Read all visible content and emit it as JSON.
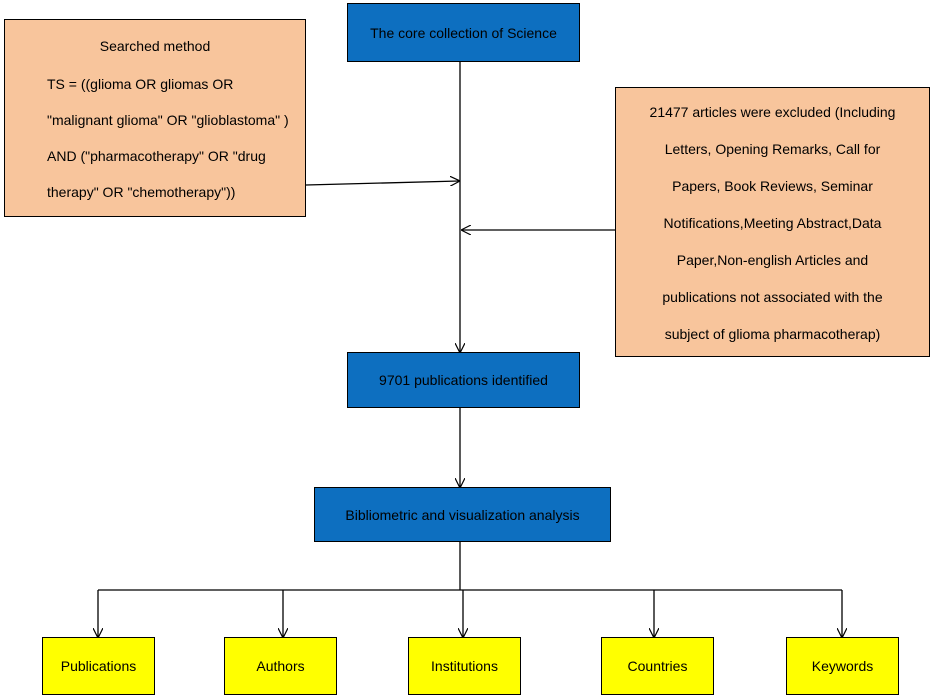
{
  "nodes": {
    "core": "The core collection of Science",
    "search": {
      "lines": [
        "Searched method",
        "TS = ((glioma OR gliomas OR",
        "\"malignant glioma\" OR \"glioblastoma\" )",
        "AND (\"pharmacotherapy\" OR \"drug",
        "therapy\" OR \"chemotherapy\"))"
      ]
    },
    "excluded": {
      "lines": [
        "21477 articles were excluded (Including",
        "Letters, Opening Remarks, Call for",
        "Papers, Book Reviews, Seminar",
        "Notifications,Meeting Abstract,Data",
        "Paper,Non-english Articles and",
        "publications not associated with the",
        "subject of glioma pharmacotherap)"
      ]
    },
    "identified": "9701 publications identified",
    "analysis": "Bibliometric and visualization analysis",
    "outputs": [
      "Publications",
      "Authors",
      "Institutions",
      "Countries",
      "Keywords"
    ]
  },
  "colors": {
    "process_box": "#0d6fc0",
    "note_box": "#f8c59c",
    "output_box": "#ffff00"
  }
}
